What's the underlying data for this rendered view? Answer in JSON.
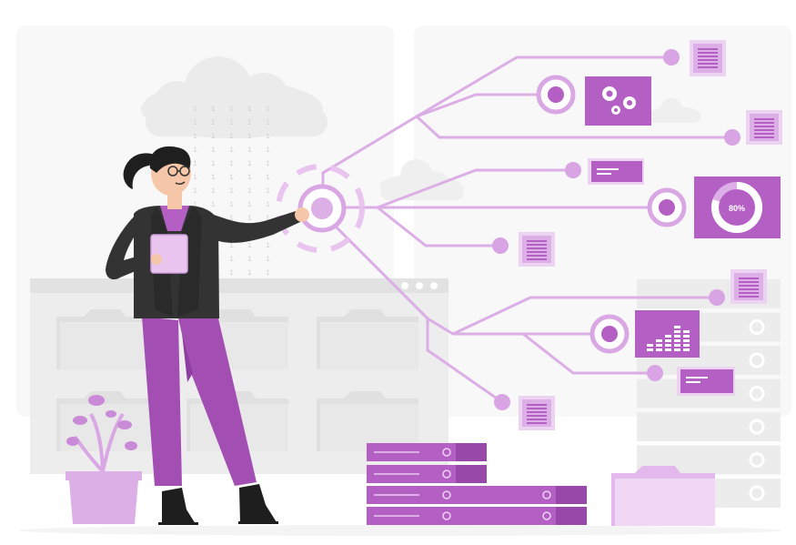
{
  "illustration": {
    "gauge_label": "80%",
    "gauge_fraction": 0.8,
    "colors": {
      "primary": "#b35fc4",
      "primary_dark": "#9848a8",
      "primary_light": "#dcb0e6",
      "primary_pale": "#ecd3f2",
      "line": "#d9a8e4",
      "line_light": "#e9c4ef",
      "bg_panel": "#f6f6f6",
      "bg_gray": "#ededed",
      "bg_mid": "#e4e4e4",
      "blazer": "#333333",
      "hair": "#1f1f1f",
      "skin": "#f6c6a9"
    },
    "icons": [
      "cloud-icon",
      "binary-rain",
      "folder-icon",
      "server-rack-icon",
      "document-icon",
      "gears-icon",
      "gauge-chart-icon",
      "bar-chart-icon",
      "plant-icon"
    ]
  }
}
